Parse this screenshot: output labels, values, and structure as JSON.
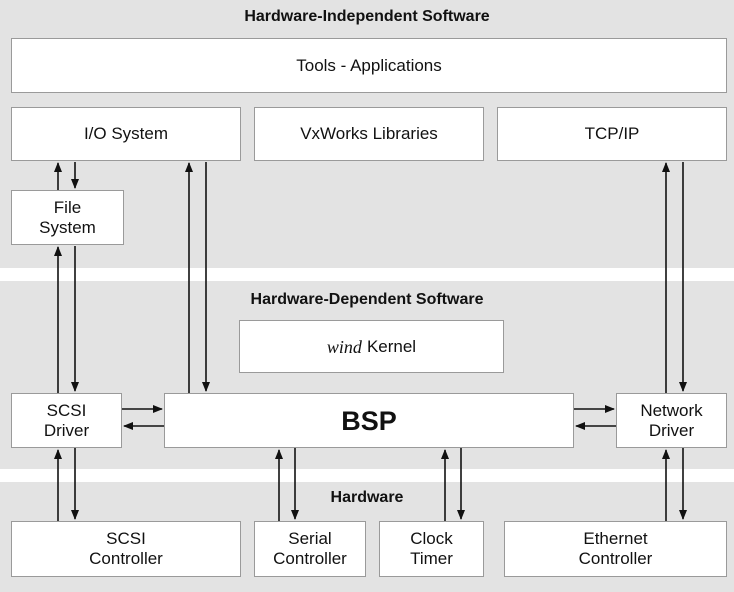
{
  "sections": {
    "independent": "Hardware-Independent Software",
    "dependent": "Hardware-Dependent Software",
    "hardware": "Hardware"
  },
  "boxes": {
    "tools": "Tools - Applications",
    "io_system": "I/O System",
    "vxworks_libraries": "VxWorks Libraries",
    "tcpip": "TCP/IP",
    "file_system": "File\nSystem",
    "wind_kernel_italic": "wind",
    "wind_kernel_text": "Kernel",
    "scsi_driver": "SCSI\nDriver",
    "bsp": "BSP",
    "network_driver": "Network\nDriver",
    "scsi_controller": "SCSI\nController",
    "serial_controller": "Serial\nController",
    "clock_timer": "Clock\nTimer",
    "ethernet_controller": "Ethernet\nController"
  }
}
